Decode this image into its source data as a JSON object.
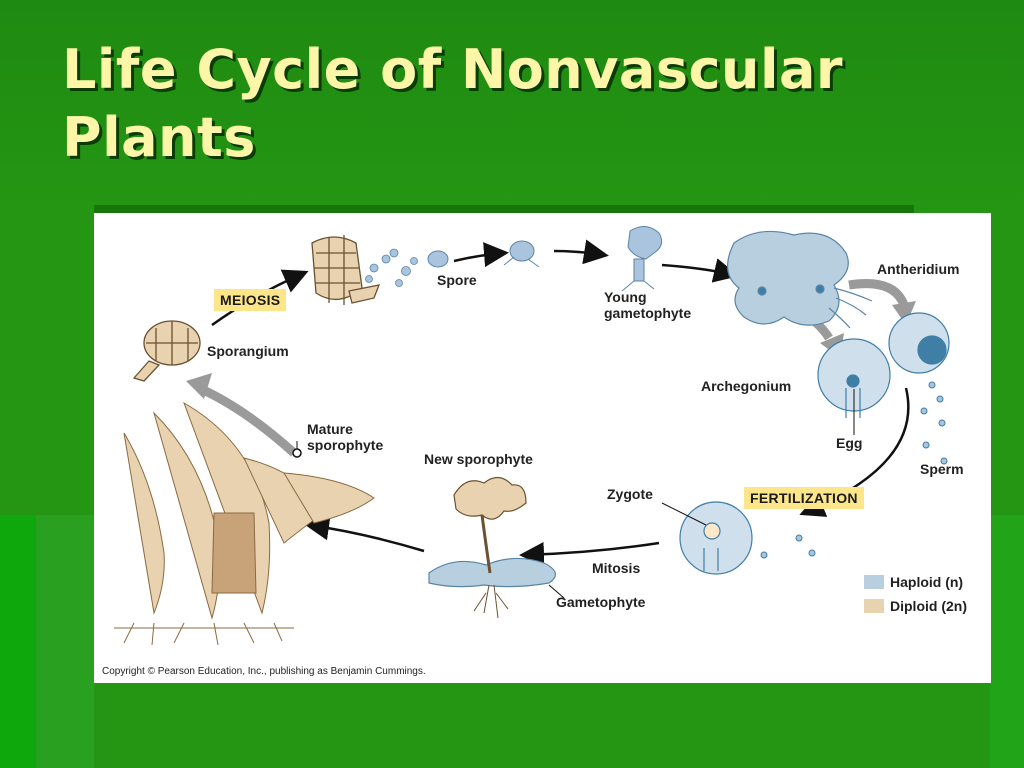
{
  "slide": {
    "title": "Life Cycle of Nonvascular Plants"
  },
  "diagram": {
    "process_boxes": {
      "meiosis": "MEIOSIS",
      "fertilization": "FERTILIZATION"
    },
    "labels": {
      "sporangium": "Sporangium",
      "spore": "Spore",
      "young_gametophyte_1": "Young",
      "young_gametophyte_2": "gametophyte",
      "antheridium": "Antheridium",
      "archegonium": "Archegonium",
      "egg": "Egg",
      "sperm": "Sperm",
      "zygote": "Zygote",
      "mitosis": "Mitosis",
      "gametophyte": "Gametophyte",
      "new_sporophyte": "New sporophyte",
      "mature_sporophyte_1": "Mature",
      "mature_sporophyte_2": "sporophyte"
    },
    "legend": {
      "haploid": "Haploid (n)",
      "diploid": "Diploid (2n)"
    },
    "colors": {
      "haploid": "#b8cfe0",
      "diploid": "#e8d2b0",
      "haploid_dark": "#3f7fa6",
      "box": "#fde68a"
    },
    "copyright": "Copyright © Pearson Education, Inc., publishing as Benjamin Cummings."
  }
}
